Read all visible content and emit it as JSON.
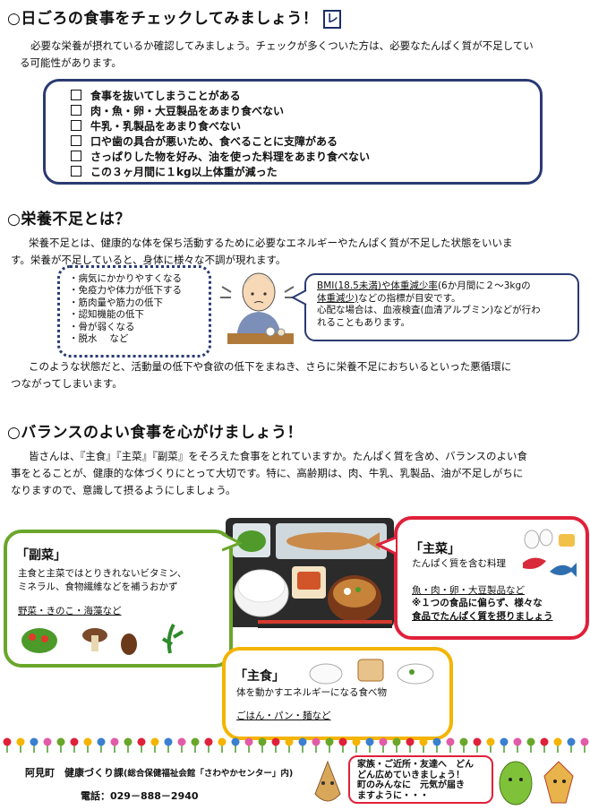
{
  "section1": {
    "title": "○日ごろの食事をチェックしてみましょう！",
    "badge": "レ",
    "intro_line1": "必要な栄養が摂れているか確認してみましょう。チェックが多くついた方は、必要なたんぱく質が不足してい",
    "intro_line2": "る可能性があります。",
    "checklist": [
      "食事を抜いてしまうことがある",
      "肉・魚・卵・大豆製品をあまり食べない",
      "牛乳・乳製品をあまり食べない",
      "口や歯の具合が悪いため、食べることに支障がある",
      "さっぱりした物を好み、油を使った料理をあまり食べない",
      "この３ヶ月間に１kg以上体重が減った"
    ]
  },
  "section2": {
    "title": "○栄養不足とは？",
    "intro_line1": "栄養不足とは、健康的な体を保ち活動するために必要なエネルギーやたんぱく質が不足した状態をいいま",
    "intro_line2": "す。栄養が不足していると、身体に様々な不調が現れます。",
    "symptoms": [
      "・病気にかかりやすくなる",
      "・免疫力や体力が低下する",
      "・筋肉量や筋力の低下",
      "・認知機能の低下",
      "・骨が弱くなる",
      "・脱水　 など"
    ],
    "bmi_u1": "BMI(18.5未満)や体重減少率",
    "bmi_t1": "(6か月間に２～3kgの",
    "bmi_u2": "体重減少)",
    "bmi_t2": "などの指標が目安です。",
    "bmi_line3": "心配な場合は、血液検査(血清アルブミン)などが行わ",
    "bmi_line4": "れることもあります。",
    "outro_line1": "このような状態だと、活動量の低下や食欲の低下をまねき、さらに栄養不足におちいるといった悪循環に",
    "outro_line2": "つながってしまいます。"
  },
  "section3": {
    "title": "○バランスのよい食事を心がけましょう！",
    "intro_line1": "皆さんは、『主食』『主菜』『副菜』をそろえた食事をとれていますか。たんぱく質を含め、バランスのよい食",
    "intro_line2": "事をとることが、健康的な体づくりにとって大切です。特に、高齢期は、肉、牛乳、乳製品、油が不足しがちに",
    "intro_line3": "なりますので、意識して摂るようにしましょう。",
    "fukusai": {
      "title": "「副菜」",
      "line1": "主食と主菜ではとりきれないビタミン、",
      "line2": "ミネラル、食物繊維などを補うおかず",
      "foods": "野菜・きのこ・海藻など"
    },
    "shusai": {
      "title": "「主菜」",
      "line1": "たんぱく質を含む料理",
      "foods": "魚・肉・卵・大豆製品など",
      "note1": "※１つの食品に偏らず、様々な",
      "note2": "食品でたんぱく質を摂りましょう"
    },
    "shushoku": {
      "title": "「主食」",
      "line1": "体を動かすエネルギーになる食べ物",
      "foods": "ごはん・パン・麺など"
    }
  },
  "footer": {
    "org_main": "阿見町　健康づくり課",
    "org_sub": "(総合保健福祉会館「さわやかセンター」内)",
    "phone": "電話：029－888－2940",
    "message": [
      "家族・ご近所・友達へ　どん",
      "どん広めていきましょう！",
      "町のみんなに　元気が届き",
      "ますように・・・"
    ]
  },
  "colors": {
    "navy": "#2a3a72",
    "green": "#6aa62a",
    "red": "#e0203a",
    "yellow": "#f4b400"
  }
}
